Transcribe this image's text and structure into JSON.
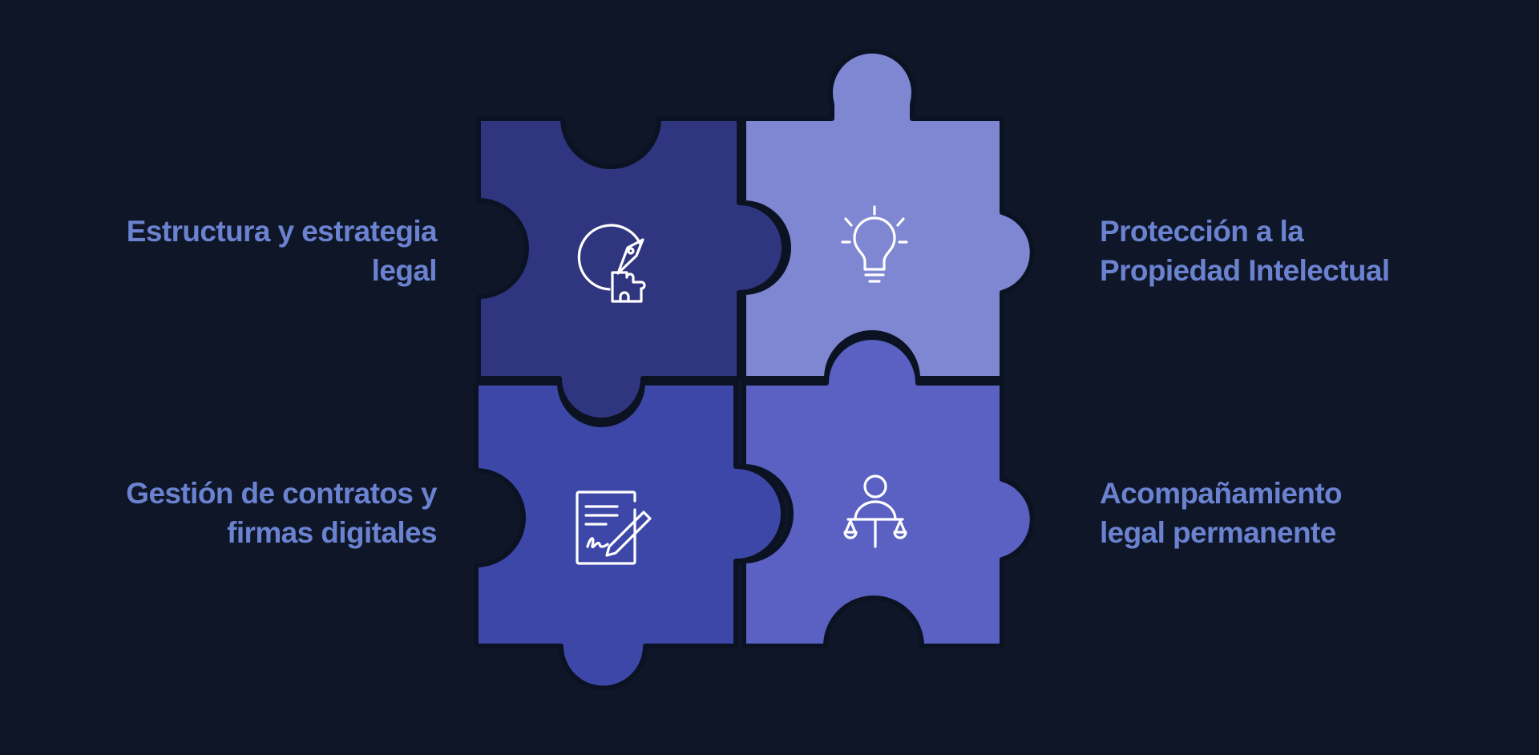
{
  "diagram": {
    "pieces": [
      {
        "id": "top-left",
        "label": "Estructura y estrategia\nlegal",
        "icon": "compass-puzzle-icon",
        "color": "#303580"
      },
      {
        "id": "top-right",
        "label": "Protección a la\nPropiedad Intelectual",
        "icon": "lightbulb-icon",
        "color": "#7f86d2"
      },
      {
        "id": "bottom-left",
        "label": "Gestión de contratos y\nfirmas digitales",
        "icon": "signed-document-icon",
        "color": "#3d47a8"
      },
      {
        "id": "bottom-right",
        "label": "Acompañamiento\nlegal permanente",
        "icon": "person-scales-icon",
        "color": "#5a61c3"
      }
    ]
  },
  "colors": {
    "background": "#0e1628",
    "label_text": "#6a82cf",
    "icon_stroke": "#ffffff"
  }
}
